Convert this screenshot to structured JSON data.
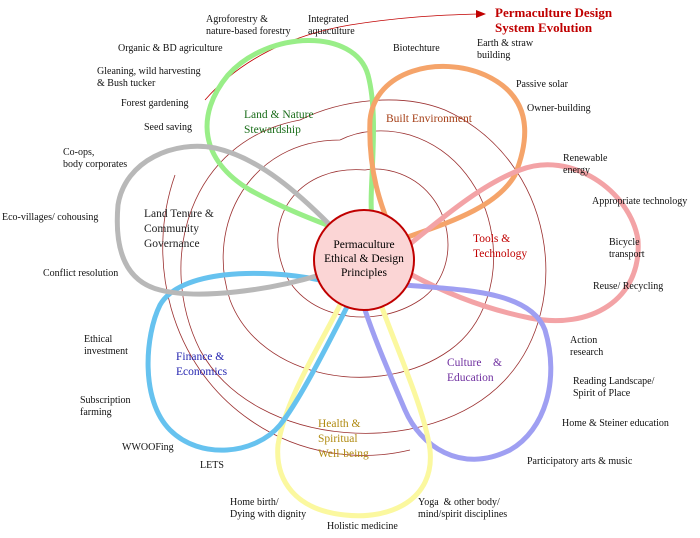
{
  "title": {
    "text": "Permaculture Design\nSystem Evolution",
    "color": "#c00000"
  },
  "center": {
    "text": "Permaculture\nEthical & Design\nPrinciples",
    "fill": "#fbd5d5",
    "stroke": "#c00000"
  },
  "petals": [
    {
      "name": "Land & Nature\nStewardship",
      "color": "#1a6d1a",
      "stroke": "#99ee88"
    },
    {
      "name": "Built Environment",
      "color": "#a43d14",
      "stroke": "#f5a46a"
    },
    {
      "name": "Tools &\nTechnology",
      "color": "#c00000",
      "stroke": "#f3a3a6"
    },
    {
      "name": "Culture    &\nEducation",
      "color": "#7030a0",
      "stroke": "#9f9ff2"
    },
    {
      "name": "Health &\nSpiritual\nWell-being",
      "color": "#b08a10",
      "stroke": "#fbf89f"
    },
    {
      "name": "Finance &\nEconomics",
      "color": "#2424b0",
      "stroke": "#66c2ef"
    },
    {
      "name": "Land Tenure &\nCommunity\nGovernance",
      "color": "#222222",
      "stroke": "#b8b8b8"
    }
  ],
  "labels": {
    "agroforestry": "Agroforestry &\nnature-based forestry",
    "aquaculture": "Integrated\naquaculture",
    "organic": "Organic & BD agriculture",
    "gleaning": "Gleaning, wild harvesting\n& Bush tucker",
    "forest_gardening": "Forest gardening",
    "seed_saving": "Seed saving",
    "biotechture": "Biotechture",
    "earth_straw": "Earth & straw\nbuilding",
    "passive_solar": "Passive solar",
    "owner_building": "Owner-building",
    "renewable": "Renewable\nenergy",
    "appropriate": "Appropriate technology",
    "bicycle": "Bicycle\ntransport",
    "reuse": "Reuse/ Recycling",
    "action_research": "Action\nresearch",
    "reading_landscape": "Reading Landscape/\nSpirit of Place",
    "home_steiner": "Home & Steiner education",
    "participatory": "Participatory arts & music",
    "yoga": "Yoga  & other body/\nmind/spirit disciplines",
    "holistic": "Holistic medicine",
    "home_birth": "Home birth/\nDying with dignity",
    "lets": "LETS",
    "wwoofing": "WWOOFing",
    "subscription": "Subscription\nfarming",
    "ethical_investment": "Ethical\ninvestment",
    "conflict": "Conflict resolution",
    "ecovillages": "Eco-villages/ cohousing",
    "coops": "Co-ops,\nbody corporates"
  },
  "colors": {
    "spiral": "#9b3030",
    "arrow": "#c00000"
  }
}
